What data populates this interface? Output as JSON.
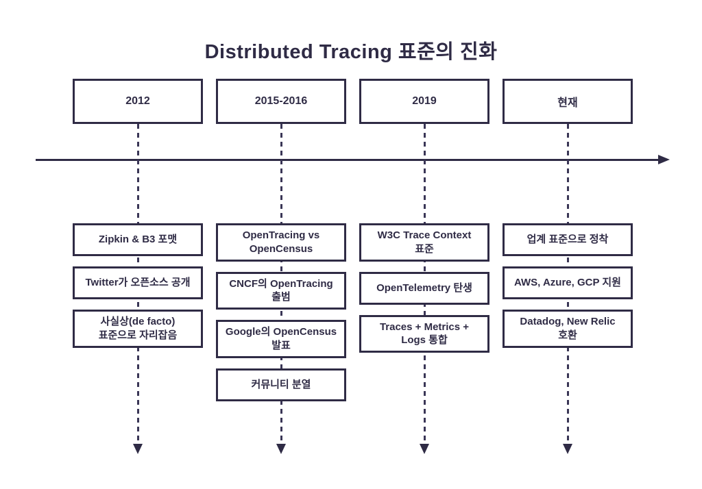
{
  "title": "Distributed Tracing 표준의 진화",
  "colors": {
    "ink": "#2f2b45",
    "dash": "#3a3656",
    "box_background": "#ffffff",
    "page_background": "#ffffff"
  },
  "timeline": {
    "direction": "left-to-right",
    "axis_style": "solid-arrow",
    "column_connector_style": "dashed-arrow-down"
  },
  "columns": [
    {
      "header": "2012",
      "boxes": [
        "Zipkin & B3 포맷",
        "Twitter가 오픈소스 공개",
        "사실상(de facto)\n표준으로 자리잡음"
      ]
    },
    {
      "header": "2015-2016",
      "boxes": [
        "OpenTracing vs\nOpenCensus",
        "CNCF의 OpenTracing\n출범",
        "Google의 OpenCensus\n발표",
        "커뮤니티 분열"
      ]
    },
    {
      "header": "2019",
      "boxes": [
        "W3C Trace Context\n표준",
        "OpenTelemetry 탄생",
        "Traces + Metrics +\nLogs 통합"
      ]
    },
    {
      "header": "현재",
      "boxes": [
        "업계 표준으로 정착",
        "AWS, Azure, GCP 지원",
        "Datadog, New Relic\n호환"
      ]
    }
  ]
}
